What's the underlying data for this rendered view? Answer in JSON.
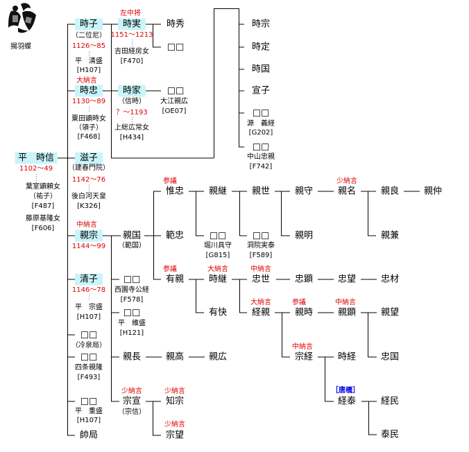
{
  "crest": {
    "label": "揚羽蝶",
    "icon": "ageha-butterfly-crest"
  },
  "root": {
    "name": "平　時信",
    "years": "1102～49",
    "sp1": "葉室顕頼女",
    "sp1_alias": "（祐子）",
    "sp1_ref": "[F487]",
    "sp2": "藤原基隆女",
    "sp2_ref": "[F606]"
  },
  "tokiko": {
    "name": "時子",
    "alias": "（二位尼）",
    "years": "1126～85",
    "spouse": "平　清盛",
    "ref": "[H107]"
  },
  "tokitada": {
    "title": "大納言",
    "name": "時忠",
    "years": "1130～89",
    "spouse": "粟田顕時女",
    "spouse_alias": "（領子）",
    "ref": "[F468]"
  },
  "shigeko": {
    "name": "滋子",
    "alias": "（建春門院）",
    "years": "1142～76",
    "spouse": "後白河天皇",
    "ref": "[K326]"
  },
  "chikamune": {
    "title": "中納言",
    "name": "親宗",
    "years": "1144～99"
  },
  "kiyoko": {
    "name": "清子",
    "years": "1146～78",
    "spouse": "平　宗盛",
    "ref": "[H107]"
  },
  "d1": {
    "name": "□□",
    "alias": "（冷泉局）"
  },
  "d2": {
    "name": "□□",
    "spouse": "四条親隆",
    "ref": "[F493]"
  },
  "d3": {
    "name": "□□",
    "spouse": "平　重盛",
    "ref": "[H107]"
  },
  "d4": {
    "name": "帥局"
  },
  "tokizane": {
    "title": "左中将",
    "name": "時実",
    "years": "1151～1213",
    "spouse": "吉田経房女",
    "ref": "[F470]"
  },
  "tokihide": {
    "name": "時秀"
  },
  "tz_d": {
    "name": "□□"
  },
  "tokiie": {
    "name": "時家",
    "alias": "（信時）",
    "years": "？～1193",
    "spouse": "上総広常女",
    "ref": "[H434]"
  },
  "ti_d": {
    "name": "□□",
    "spouse": "大江親広",
    "ref": "[OE07]"
  },
  "tc": {
    "c1": "時宗",
    "c2": "時定",
    "c3": "時国",
    "c4": "宣子",
    "c5": "□□",
    "c5_spouse": "源　義経",
    "c5_ref": "[G202]",
    "c6": "□□",
    "c6_spouse": "中山忠親",
    "c6_ref": "[F742]"
  },
  "chikakuni": {
    "name": "親国",
    "alias": "（範国）"
  },
  "ck_d1": {
    "name": "□□",
    "spouse": "西園寺公経",
    "ref": "[F578]"
  },
  "ck_d2": {
    "name": "□□",
    "spouse": "平　維盛",
    "ref": "[H121]"
  },
  "chikanaga": {
    "name": "親長"
  },
  "chikataka": {
    "name": "親高"
  },
  "chikahiro": {
    "name": "親広"
  },
  "munenobu": {
    "title": "少納言",
    "name": "宗宣",
    "alias": "（宗信）"
  },
  "tomomune": {
    "title": "少納言",
    "name": "知宗"
  },
  "munemochi": {
    "title": "少納言",
    "name": "宗望"
  },
  "koretada": {
    "title": "参議",
    "name": "惟忠"
  },
  "noritada": {
    "name": "範忠"
  },
  "arichika": {
    "title": "参議",
    "name": "有親"
  },
  "chikatsugu": {
    "name": "親継"
  },
  "kt_d": {
    "name": "□□",
    "spouse": "堀川具守",
    "ref": "[G815]"
  },
  "chikayo": {
    "name": "親世"
  },
  "cy_d": {
    "name": "□□",
    "spouse": "洞院実泰",
    "ref": "[F589]"
  },
  "chikamori": {
    "name": "親守"
  },
  "chikaaki": {
    "name": "親明"
  },
  "chikana": {
    "title": "少納言",
    "name": "親名"
  },
  "chikayoshi": {
    "name": "親良"
  },
  "chikanaka": {
    "name": "親仲"
  },
  "chikakane": {
    "name": "親兼"
  },
  "tokitsugu": {
    "title": "大納言",
    "name": "時継"
  },
  "ukai": {
    "name": "有快"
  },
  "tadayo": {
    "title": "中納言",
    "name": "忠世"
  },
  "tadaaki": {
    "name": "忠顕"
  },
  "tadamochi": {
    "name": "忠望"
  },
  "tadaki": {
    "name": "忠材"
  },
  "tsunechika": {
    "title": "大納言",
    "name": "経親"
  },
  "chikatoki": {
    "title": "参議",
    "name": "親時"
  },
  "chikaaki2": {
    "title": "中納言",
    "name": "親顕"
  },
  "chikamochi": {
    "name": "親望"
  },
  "tadakuni": {
    "name": "忠国"
  },
  "munetsune": {
    "title": "中納言",
    "name": "宗経"
  },
  "tokitsune": {
    "name": "時経"
  },
  "tsuneyasu": {
    "family": "［唐橋］",
    "name": "経泰"
  },
  "tsunetami": {
    "name": "経民"
  },
  "yasutami": {
    "name": "泰民"
  }
}
